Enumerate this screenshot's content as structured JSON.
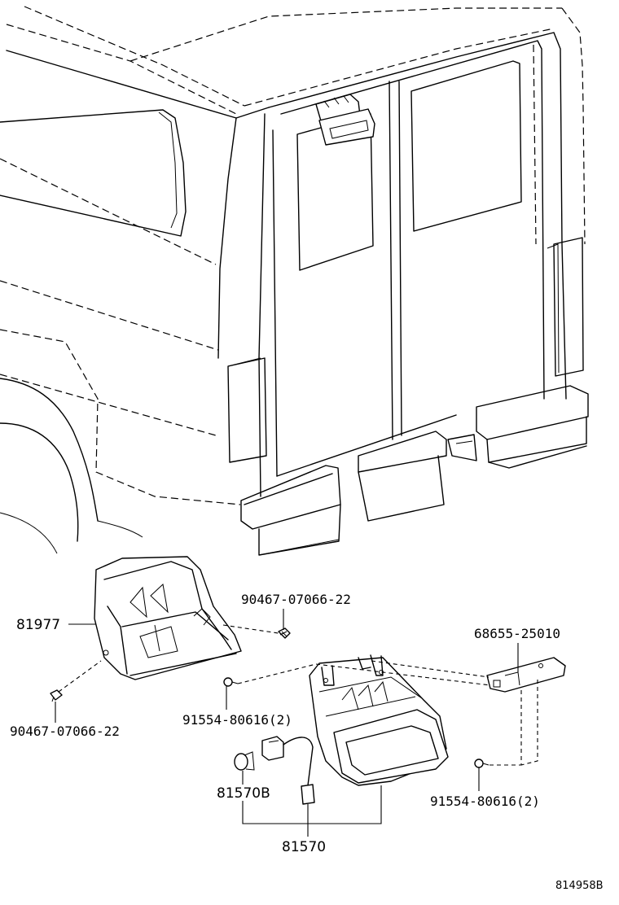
{
  "parts": {
    "lamp_cover": {
      "number": "81977"
    },
    "screw_top": {
      "number": "90467-07066-22"
    },
    "screw_left": {
      "number": "90467-07066-22"
    },
    "bracket": {
      "number": "68655-25010"
    },
    "nut_left": {
      "number": "91554-80616(2)"
    },
    "nut_right": {
      "number": "91554-80616(2)"
    },
    "bulb_socket": {
      "number": "81570B"
    },
    "lamp_assembly": {
      "number": "81570"
    }
  },
  "diagram_ref": "814958B"
}
